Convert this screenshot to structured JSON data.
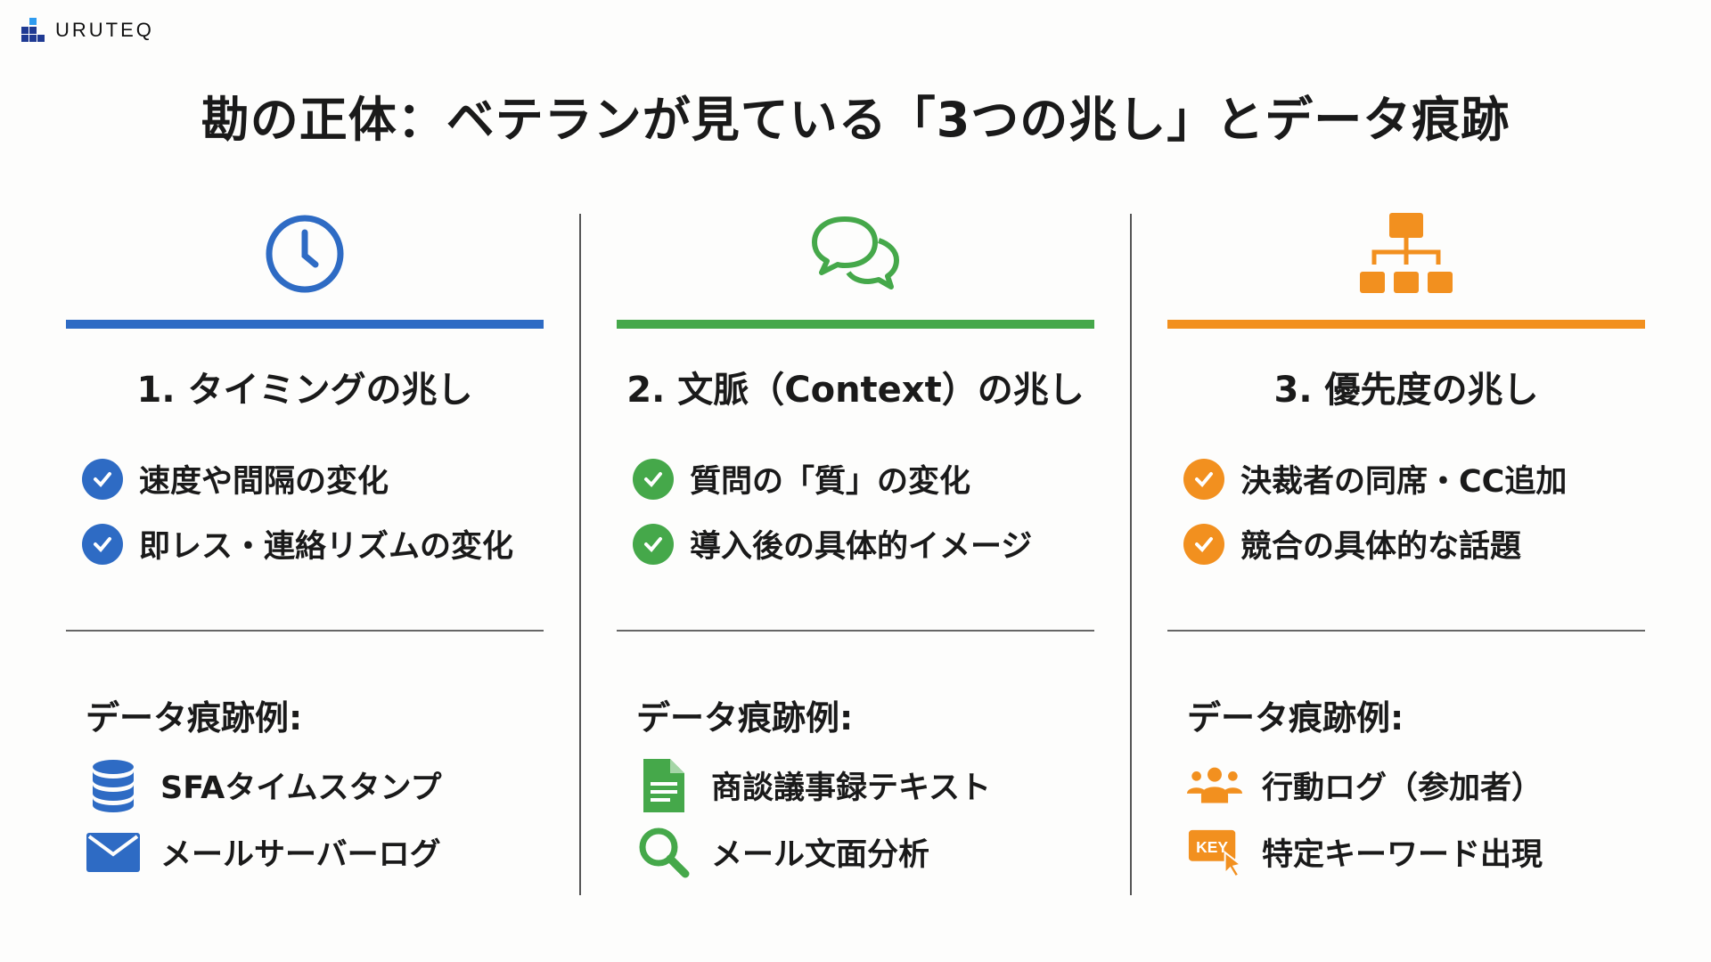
{
  "brand": {
    "name": "URUTEQ"
  },
  "title": "勘の正体：ベテランが見ている「3つの兆し」とデータ痕跡",
  "colors": {
    "blue": "#2e6bc4",
    "green": "#45a84a",
    "orange": "#f2901f"
  },
  "columns": [
    {
      "icon": "clock-icon",
      "heading": "1. タイミングの兆し",
      "signs": [
        "速度や間隔の変化",
        "即レス・連絡リズムの変化"
      ],
      "data_heading": "データ痕跡例:",
      "data": [
        {
          "icon": "database-icon",
          "label": "SFAタイムスタンプ"
        },
        {
          "icon": "mail-icon",
          "label": "メールサーバーログ"
        }
      ]
    },
    {
      "icon": "chat-bubbles-icon",
      "heading": "2. 文脈（Context）の兆し",
      "signs": [
        "質問の「質」の変化",
        "導入後の具体的イメージ"
      ],
      "data_heading": "データ痕跡例:",
      "data": [
        {
          "icon": "document-icon",
          "label": "商談議事録テキスト"
        },
        {
          "icon": "search-icon",
          "label": "メール文面分析"
        }
      ]
    },
    {
      "icon": "org-chart-icon",
      "heading": "3. 優先度の兆し",
      "signs": [
        "決裁者の同席・CC追加",
        "競合の具体的な話題"
      ],
      "data_heading": "データ痕跡例:",
      "data": [
        {
          "icon": "people-icon",
          "label": "行動ログ（参加者）"
        },
        {
          "icon": "key-click-icon",
          "label": "特定キーワード出現",
          "badge": "KEY"
        }
      ]
    }
  ]
}
